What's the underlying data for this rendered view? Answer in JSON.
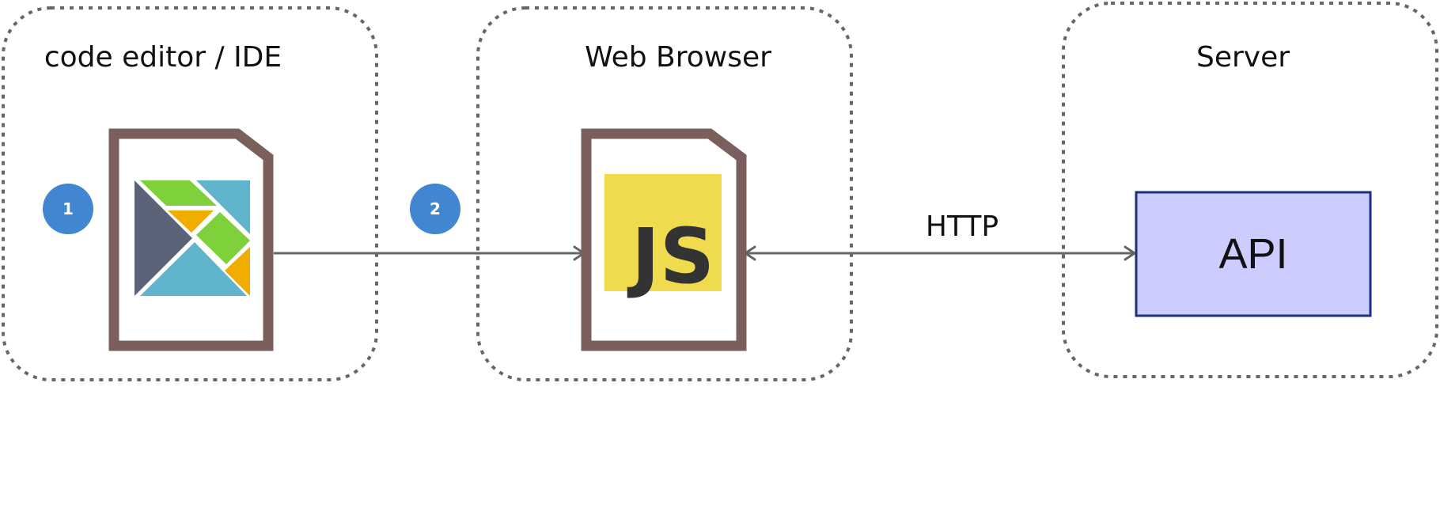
{
  "colors": {
    "group_border": "#666666",
    "file_border": "#7a5f5d",
    "arrow": "#666666",
    "badge": "#4186d0",
    "api_fill": "#ccccff",
    "api_border": "#1c2f80",
    "js_bg": "#f0db4f",
    "js_text": "#333333",
    "elm_green": "#7fd13b",
    "elm_blue": "#60b5cc",
    "elm_orange": "#f0ad00",
    "elm_slate": "#5a6378"
  },
  "groups": {
    "editor": {
      "title": "code editor / IDE"
    },
    "browser": {
      "title": "Web Browser"
    },
    "server": {
      "title": "Server"
    }
  },
  "badges": {
    "step1": "1",
    "step2": "2"
  },
  "nodes": {
    "elm_file": {
      "icon": "elm-logo-icon"
    },
    "js_file": {
      "icon": "javascript-logo-icon",
      "label": "JS"
    },
    "api": {
      "label": "API"
    }
  },
  "edges": {
    "compile": {
      "from": "elm_file",
      "to": "js_file",
      "direction": "forward"
    },
    "http": {
      "from": "js_file",
      "to": "api",
      "direction": "both",
      "label": "HTTP"
    }
  }
}
